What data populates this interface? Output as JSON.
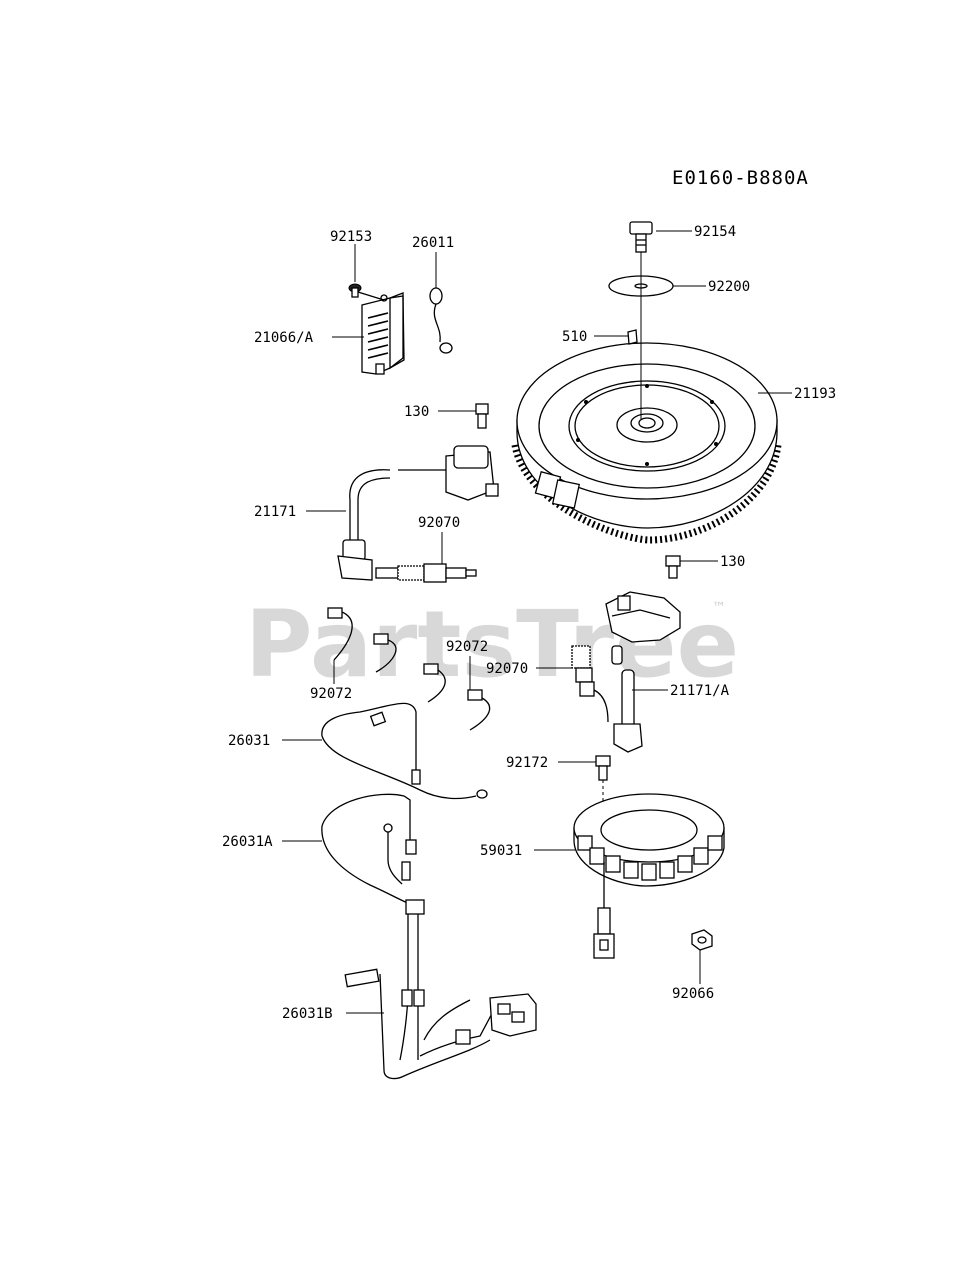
{
  "diagram_code": "E0160-B880A",
  "watermark": {
    "text": "PartsTree",
    "trademark": "™"
  },
  "parts": {
    "p92153": "92153",
    "p26011": "26011",
    "p21066A": "21066/A",
    "p92154": "92154",
    "p92200": "92200",
    "p510": "510",
    "p21193": "21193",
    "p130_top": "130",
    "p21171": "21171",
    "p92070_top": "92070",
    "p130_right": "130",
    "p92072_a": "92072",
    "p92072_b": "92072",
    "p92070_right": "92070",
    "p21171A": "21171/A",
    "p26031": "26031",
    "p92172": "92172",
    "p26031A": "26031A",
    "p59031": "59031",
    "p92066": "92066",
    "p26031B": "26031B"
  }
}
